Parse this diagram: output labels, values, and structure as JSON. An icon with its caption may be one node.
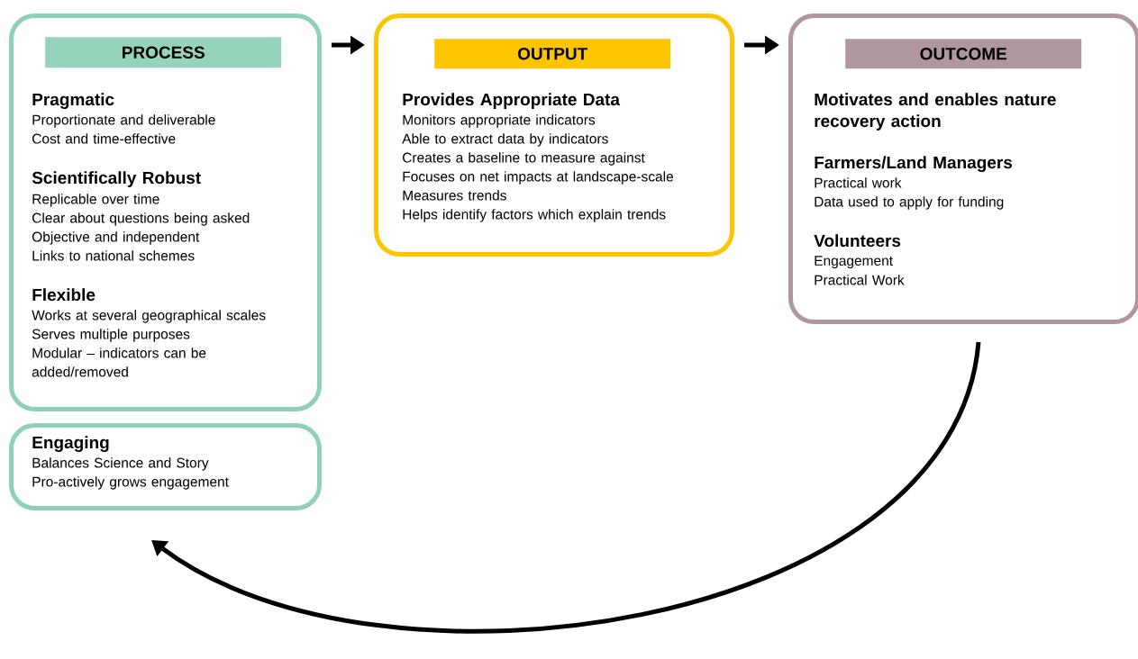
{
  "diagram": {
    "nodes": [
      {
        "text": [
          "Pragmatic",
          "Proportionate and deliverable",
          "Cost and time-effective",
          "Scientifically Robust",
          "Replicable over time",
          "Clear about questions being asked",
          "Objective and independent",
          "Links to national schemes",
          "Flexible",
          "Works at several geographical scales",
          "Serves multiple purposes",
          "Modular – indicators can be added/removed"
        ]
      },
      {
        "text": [
          "PROCESS"
        ],
        "in": 0
      },
      {
        "text": [
          "Engaging",
          "Balances Science and Story",
          "Pro-actively grows engagement"
        ]
      },
      {
        "text": [
          "Provides Appropriate Data",
          "Monitors appropriate indicators",
          "Able to extract data by indicators",
          "Creates a baseline to measure against",
          "Focuses on net impacts at landscape-scale",
          "Measures trends",
          "Helps identify factors which explain trends"
        ]
      },
      {
        "text": [
          "OUTPUT"
        ],
        "in": 3
      },
      {
        "text": [
          "Motivates and enables nature recovery action",
          "Farmers/Land Managers",
          "Practical work",
          "Data used to apply for funding",
          "Volunteers",
          "Engagement",
          "Practical Work"
        ]
      },
      {
        "text": [
          "OUTCOME"
        ],
        "in": 5
      }
    ],
    "edges": [
      {
        "from": 0,
        "to": 3,
        "arrow": "to"
      },
      {
        "from": 3,
        "to": 5,
        "arrow": "to"
      },
      {
        "from": 5,
        "to": 2,
        "arrow": "to"
      }
    ]
  }
}
